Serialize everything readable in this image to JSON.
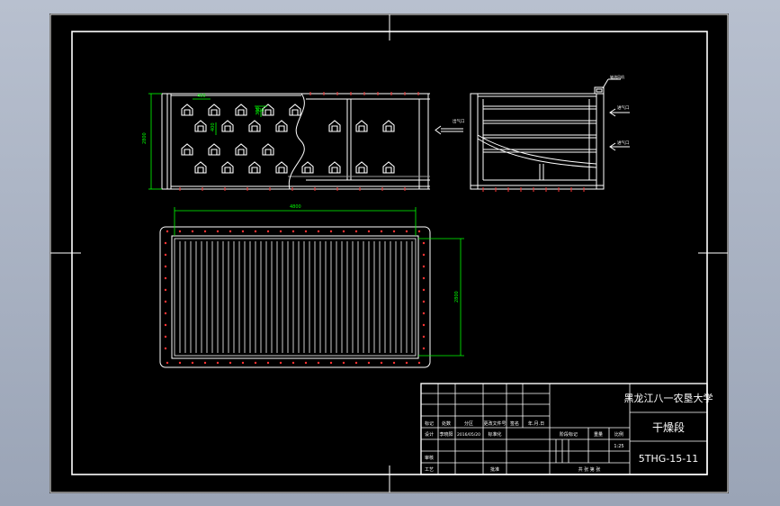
{
  "drawing": {
    "colors": {
      "viewport_bg": "#a9b2c2",
      "sheet_bg": "#000000",
      "line": "#ffffff",
      "dimension": "#00ff00",
      "bolt": "#ff3333",
      "gray": "#9a9a9a"
    },
    "views": {
      "front": {
        "dim_top_a": "400",
        "dim_top_b": "300",
        "dim_mid_a": "400",
        "dim_mid_b": "300",
        "dim_height": "2800"
      },
      "side": {
        "arrow_label": "出气口",
        "label_top": "轴流风机",
        "label_r1": "进气口",
        "label_r2": "进气口"
      },
      "plan": {
        "dim_width": "4800",
        "dim_height": "2800"
      }
    },
    "title_block": {
      "institution": "黑龙江八一农垦大学",
      "drawing_title": "干燥段",
      "drawing_number": "5THG-15-11",
      "headers": {
        "mark": "标记",
        "count": "处数",
        "zone": "分区",
        "doc_no": "更改文件号",
        "signature": "签名",
        "date": "年.月.日",
        "designer": "设计",
        "designer_name": "李晓阳",
        "date_value": "2016/05/20",
        "standardize": "标准化",
        "stage_mark": "阶段标记",
        "weight": "重量",
        "scale": "比例",
        "scale_value": "1:25",
        "review": "审核",
        "process": "工艺",
        "approve": "批准",
        "sheets": "共 张 第 张"
      }
    }
  }
}
